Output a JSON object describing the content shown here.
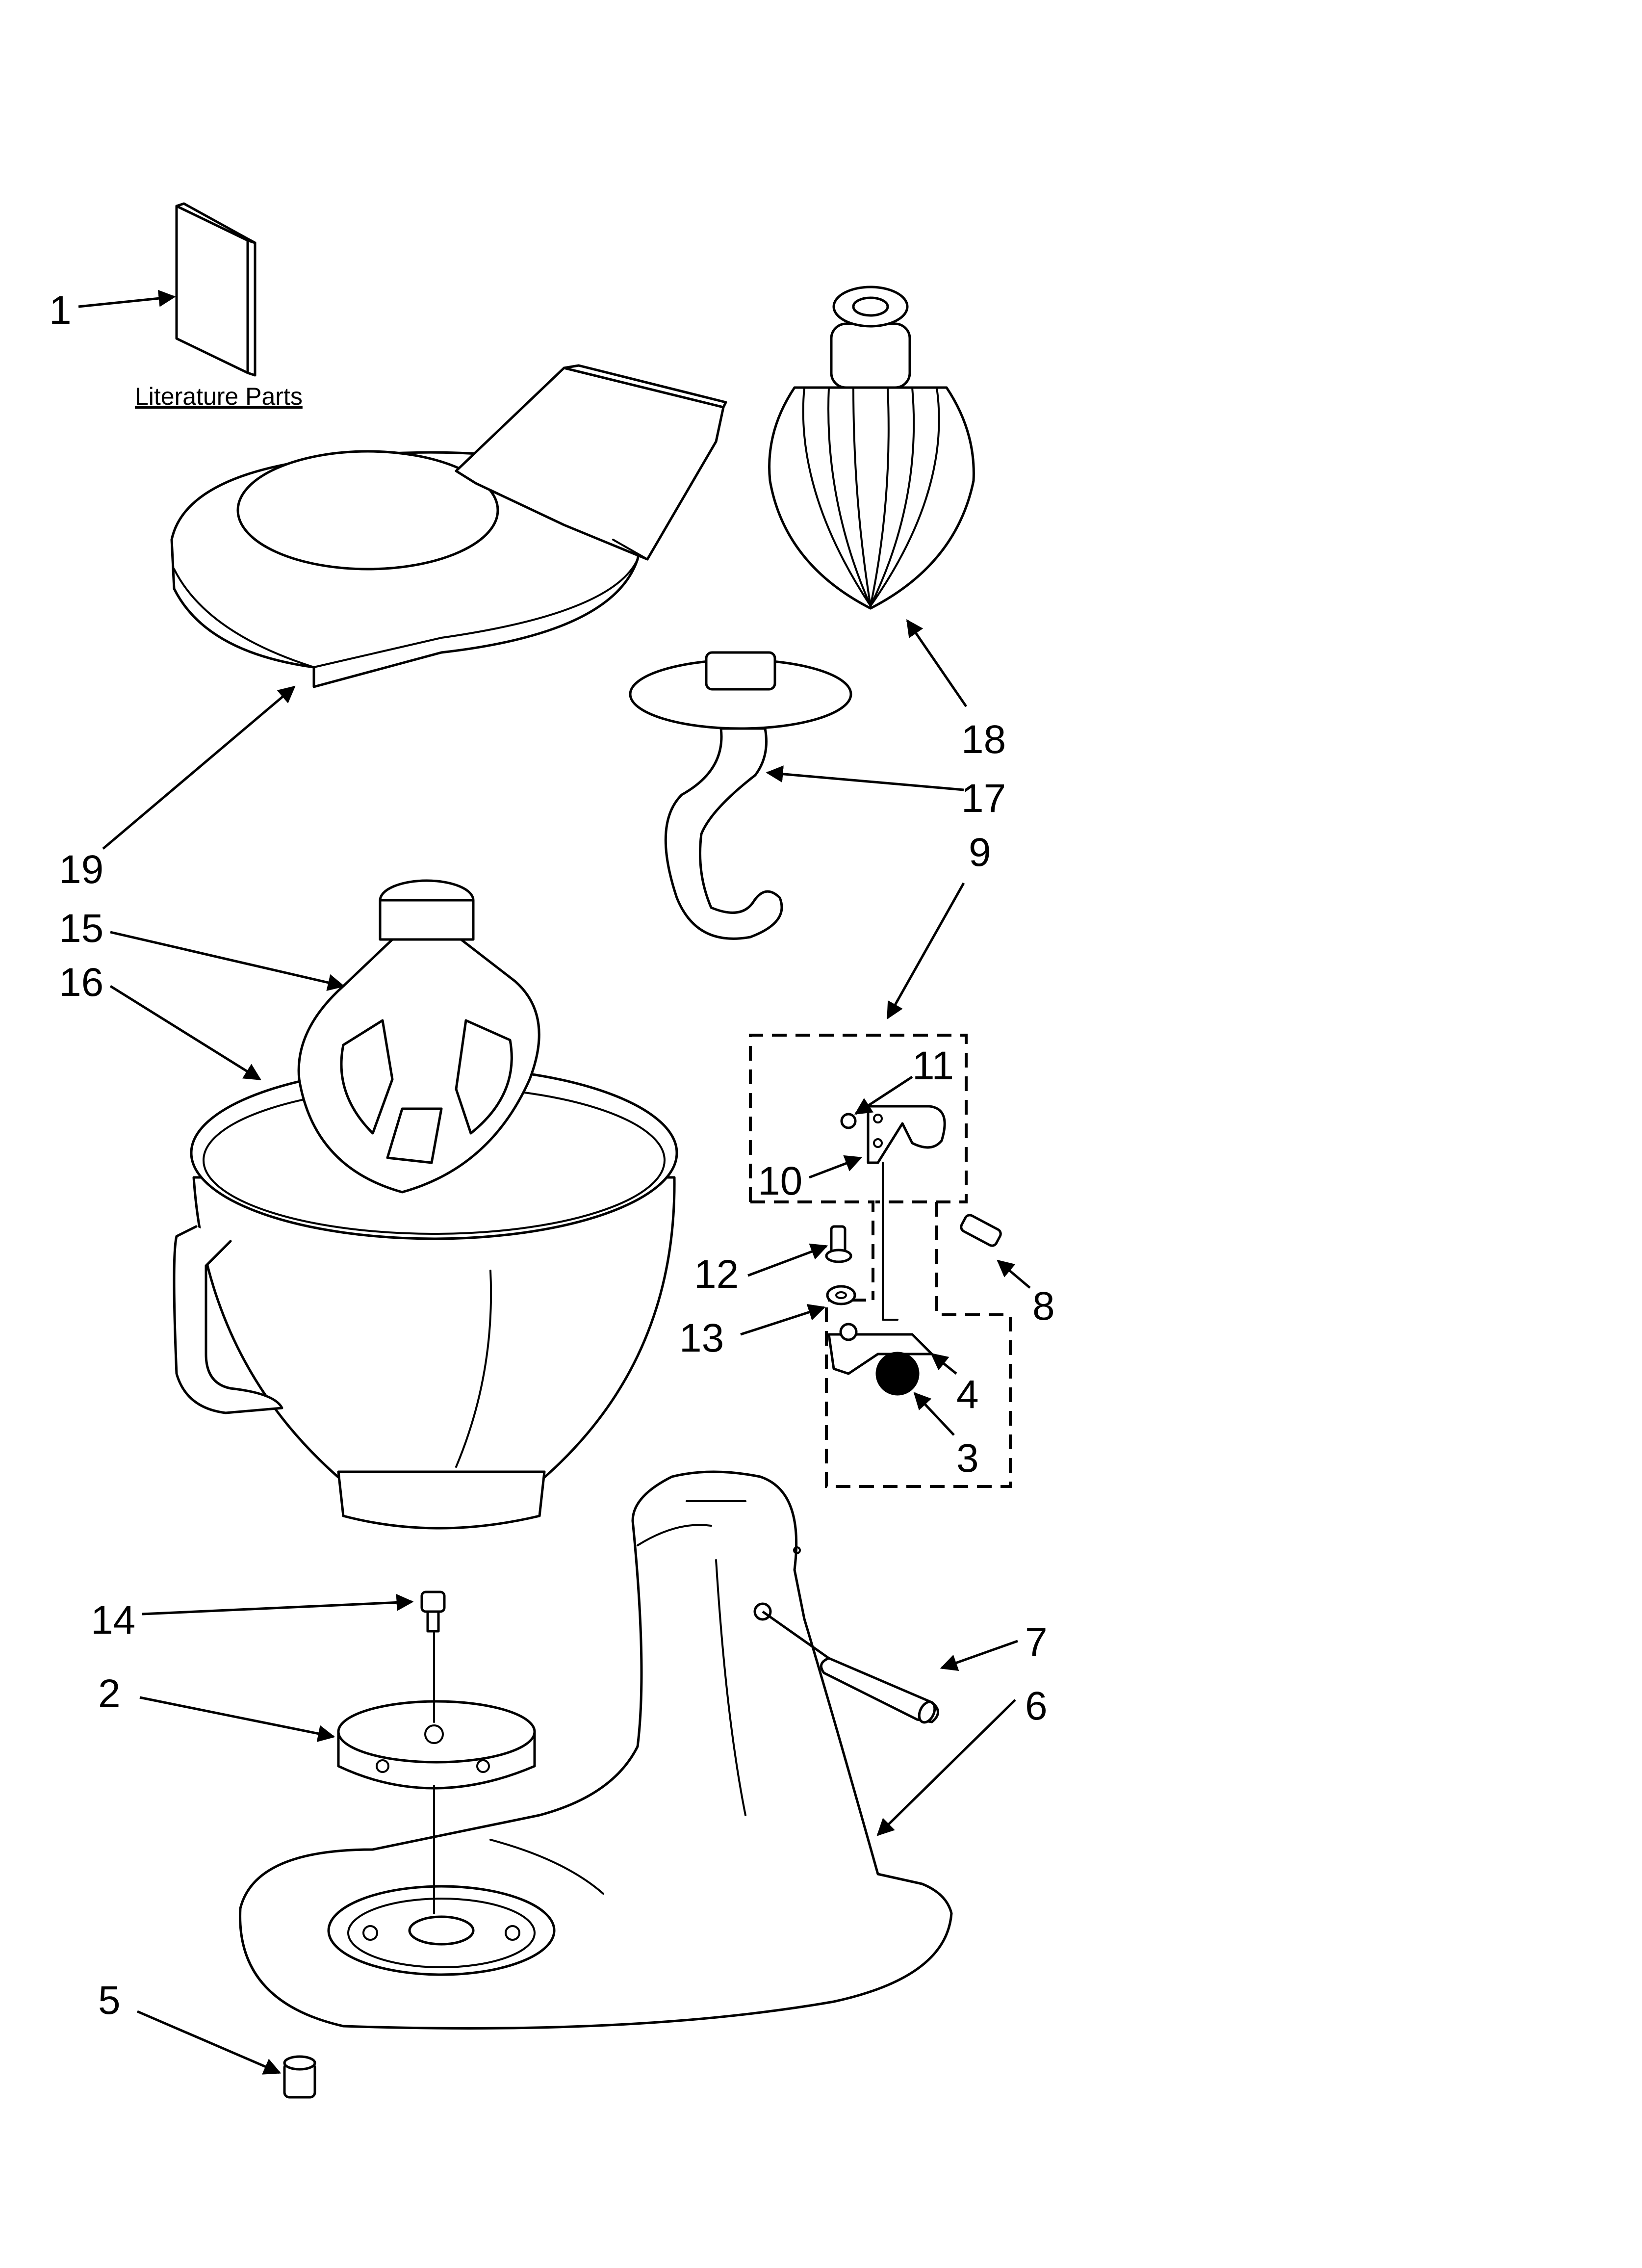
{
  "diagram": {
    "literature_label": "Literature Parts",
    "callouts": {
      "c1": "1",
      "c2": "2",
      "c3": "3",
      "c4": "4",
      "c5": "5",
      "c6": "6",
      "c7": "7",
      "c8": "8",
      "c9": "9",
      "c10": "10",
      "c11": "11",
      "c12": "12",
      "c13": "13",
      "c14": "14",
      "c15": "15",
      "c16": "16",
      "c17": "17",
      "c18": "18",
      "c19": "19"
    }
  }
}
